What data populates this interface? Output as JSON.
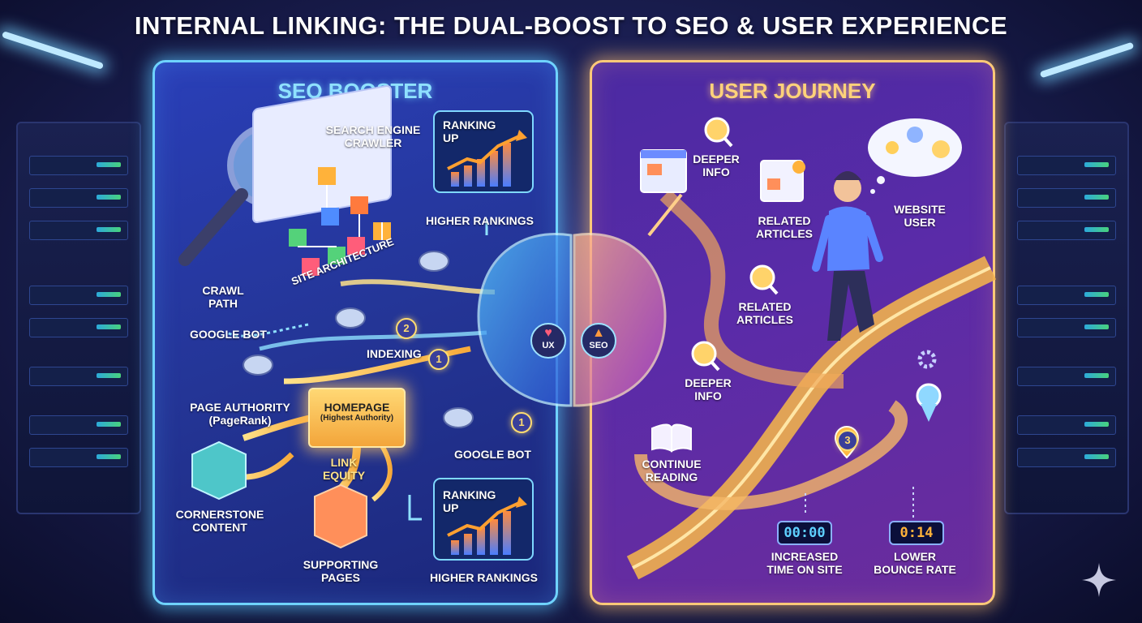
{
  "title": "INTERNAL LINKING: THE DUAL-BOOST TO SEO & USER EXPERIENCE",
  "seo_panel": {
    "title": "SEO BOOSTER",
    "search_engine_crawler": "SEARCH ENGINE\nCRAWLER",
    "site_architecture": "SITE ARCHITECTURE",
    "ranking_up_top": "RANKING\nUP",
    "higher_rankings_top": "HIGHER RANKINGS",
    "crawl_path": "CRAWL\nPATH",
    "google_bot_left": "GOOGLE BOT",
    "indexing": "INDEXING",
    "page_authority": "PAGE AUTHORITY\n(PageRank)",
    "homepage": "HOMEPAGE",
    "homepage_sub": "(Highest Authority)",
    "google_bot_right": "GOOGLE BOT",
    "link_equity": "LINK\nEQUITY",
    "cornerstone": "CORNERSTONE\nCONTENT",
    "supporting": "SUPPORTING\nPAGES",
    "ranking_up_bottom": "RANKING\nUP",
    "higher_rankings_bottom": "HIGHER RANKINGS",
    "step_1a": "1",
    "step_2": "2",
    "step_1b": "1"
  },
  "center": {
    "ux": "UX",
    "seo": "SEO"
  },
  "ux_panel": {
    "title": "USER JOURNEY",
    "deeper_info_top": "DEEPER\nINFO",
    "related_articles_top": "RELATED\nARTICLES",
    "website_user": "WEBSITE\nUSER",
    "related_articles_mid": "RELATED\nARTICLES",
    "deeper_info_mid": "DEEPER\nINFO",
    "continue_reading": "CONTINUE\nREADING",
    "step_3": "3",
    "timer_time": "00:00",
    "timer_bounce": "0:14",
    "increased_time": "INCREASED\nTIME ON SITE",
    "lower_bounce": "LOWER\nBOUNCE RATE"
  },
  "colors": {
    "seo_accent": "#6fd3ff",
    "ux_accent": "#ffc978",
    "path_gold": "#ffd36a"
  }
}
